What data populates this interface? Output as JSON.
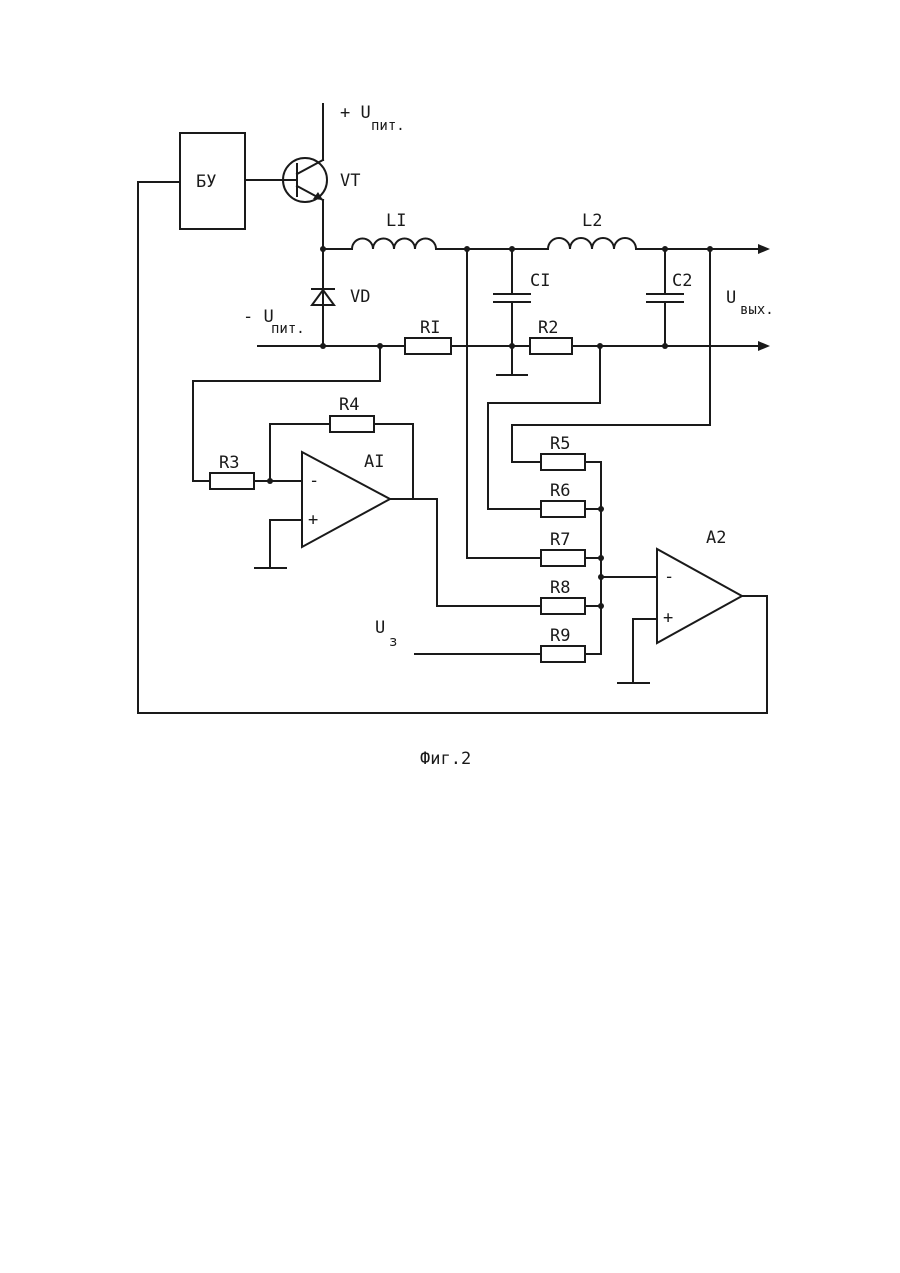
{
  "supply_plus": {
    "sign": "+ U",
    "sub": "пит."
  },
  "supply_minus": {
    "sign": "- U",
    "sub": "пит."
  },
  "output": {
    "symbol": "U",
    "sub": "вых."
  },
  "setpoint": {
    "symbol": "U",
    "sub": "з"
  },
  "components": {
    "control_unit": "БУ",
    "transistor": "VT",
    "diode": "VD",
    "inductor1": "LI",
    "inductor2": "L2",
    "capacitor1": "CI",
    "capacitor2": "C2",
    "r1": "RI",
    "r2": "R2",
    "r3": "R3",
    "r4": "R4",
    "r5": "R5",
    "r6": "R6",
    "r7": "R7",
    "r8": "R8",
    "r9": "R9",
    "opamp1": "AI",
    "opamp2": "A2"
  },
  "opamp_pins": {
    "minus": "-",
    "plus": "+"
  },
  "caption": "Фиг.2"
}
